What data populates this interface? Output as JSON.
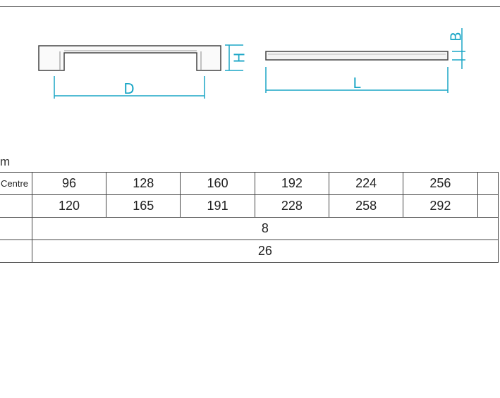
{
  "drawing": {
    "labels": {
      "d": "D",
      "h": "H",
      "l": "L",
      "b": "B"
    },
    "outline_color": "#444444",
    "dimension_color": "#1aa6c6"
  },
  "unit_fragment": "m",
  "table": {
    "rows": [
      {
        "header": "Centre",
        "cells": [
          "96",
          "128",
          "160",
          "192",
          "224",
          "256",
          ""
        ]
      },
      {
        "header": "",
        "cells": [
          "120",
          "165",
          "191",
          "228",
          "258",
          "292",
          ""
        ]
      },
      {
        "header": "",
        "span_value": "8"
      },
      {
        "header": "",
        "span_value": "26"
      }
    ]
  }
}
